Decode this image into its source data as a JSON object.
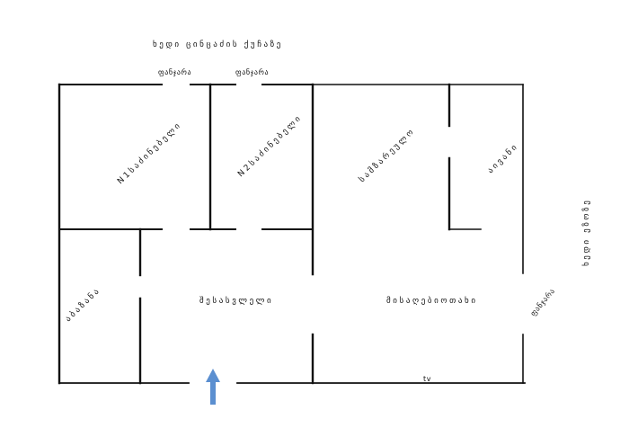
{
  "labels": {
    "top_street": "ხედი ცინცაძის ქუჩაზე",
    "window_left": "ფანჯარა",
    "window_right": "ფანჯარა",
    "bedroom1": "N1საძინებელი",
    "bedroom2": "N2საძინებელი",
    "kitchen": "სამზარეულო",
    "pantry": "აივანი",
    "side_view": "ხედი ეზოზე",
    "bathroom": "აბაზანა",
    "hallway": "შესასვლელი",
    "living_room": "მისაღებიოთახი",
    "window_side": "ფანჯარა",
    "tv": "tv"
  },
  "colors": {
    "walls": "#111111",
    "entrance_arrow": "#5b8fd0"
  }
}
